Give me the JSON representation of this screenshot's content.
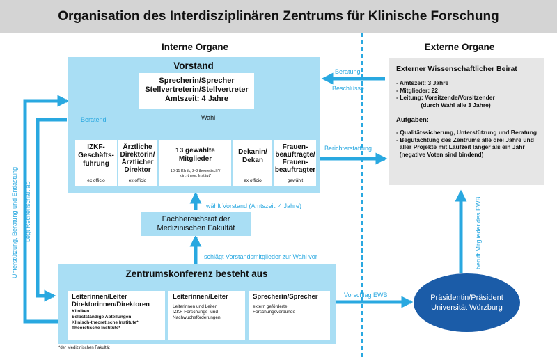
{
  "title": "Organisation des Interdisziplinären Zentrums für Klinische Forschung",
  "sections": {
    "internal": "Interne Organe",
    "external": "Externe Organe"
  },
  "vorstand": {
    "heading": "Vorstand",
    "chair_line1": "Sprecherin/Sprecher",
    "chair_line2": "Stellvertreterin/Stellvertreter",
    "chair_line3": "Amtszeit: 4 Jahre",
    "wahl": "Wahl",
    "beratend": "Beratend",
    "members": [
      {
        "title": "IZKF-\nGeschäfts-\nführung",
        "note": "ex officio"
      },
      {
        "title": "Ärztliche\nDirektorin/\nÄrztlicher\nDirektor",
        "note": "ex officio"
      },
      {
        "title": "13 gewählte\nMitglieder",
        "sub": "10-11 Klinik, 2-3 theoretisch*/\nklin.-theor. Institut*",
        "note": ""
      },
      {
        "title": "Dekanin/\nDekan",
        "note": "ex officio"
      },
      {
        "title": "Frauen-\nbeauftragte/\nFrauen-\nbeauftragter",
        "note": "gewählt"
      }
    ]
  },
  "fachbereichsrat": {
    "line1": "Fachbereichsrat der",
    "line2": "Medizinischen Fakultät"
  },
  "zentrumskonferenz": {
    "heading": "Zentrumskonferenz besteht aus",
    "col1_title": "Leiterinnen/Leiter\nDirektorinnen/Direktoren",
    "col1_body": "Kliniken\nSelbstständige Abteilungen\nKlinisch-theoretische Institute*\nTheoretische Institute*",
    "col2_title": "Leiterinnen/Leiter",
    "col2_body": "Leiterinnen und Leiter\nIZKF-Forschungs- und\nNachwuchsförderungen",
    "col3_title": "Sprecherin/Sprecher",
    "col3_body": "extern geförderte\nForschungsverbünde"
  },
  "footnote": "*der Medizinischen Fakultät",
  "beirat": {
    "heading": "Externer Wissenschaftlicher Beirat",
    "facts": "- Amtszeit: 3 Jahre\n- Mitglieder: 22\n- Leitung: Vorsitzende/Vorsitzender\n               (durch Wahl alle 3 Jahre)",
    "tasks_heading": "Aufgaben:",
    "tasks": "- Qualitätssicherung, Unterstützung und Beratung\n- Begutachtung des Zentrums alle drei Jahre und\n  aller Projekte mit Laufzeit länger als ein Jahr\n  (negative Voten sind bindend)"
  },
  "praesident": {
    "line1": "Präsidentin/Präsident",
    "line2": "Universität Würzburg"
  },
  "arrows": {
    "beratung": "Beratung",
    "beschluesse": "Beschlüsse",
    "berichterstattung": "Berichterstattung",
    "waehlt_vorstand": "wählt Vorstand (Amtszeit: 4 Jahre)",
    "schlaegt": "schlägt Vorstandsmitglieder zur Wahl vor",
    "vorschlag": "Vorschlag",
    "ewb": "EWB",
    "beruft": "beruft Mitglieder des EWB",
    "unterstuetzung": "Unterstützung, Beratung und Entlastung",
    "legt": "Legt Rechenschaft ab"
  }
}
